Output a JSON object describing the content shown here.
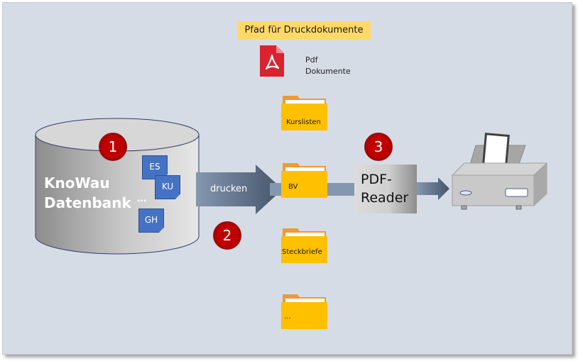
{
  "diagram": {
    "path_label": "Pfad für Druckdokumente",
    "pdf_docs": {
      "icon": "pdf-file-icon",
      "line1": "Pdf",
      "line2": "Dokumente"
    },
    "database": {
      "title_line1": "KnoWau",
      "title_line2": "Datenbank",
      "docs": [
        "ES",
        "KU",
        "GH"
      ],
      "ellipsis": "..."
    },
    "steps": [
      "1",
      "2",
      "3"
    ],
    "print_arrow_label": "drucken",
    "folders": [
      "Kurslisten",
      "BV",
      "Steckbriefe",
      "..."
    ],
    "reader": {
      "line1": "PDF-",
      "line2": "Reader"
    },
    "printer": {
      "icon": "printer-icon"
    },
    "colors": {
      "background": "#d6dce5",
      "label_fill": "#ffd966",
      "badge": "#c00000",
      "doc_blue": "#4472c4",
      "folder_yellow": "#ffc000",
      "arrow_dark": "#44546a"
    }
  }
}
